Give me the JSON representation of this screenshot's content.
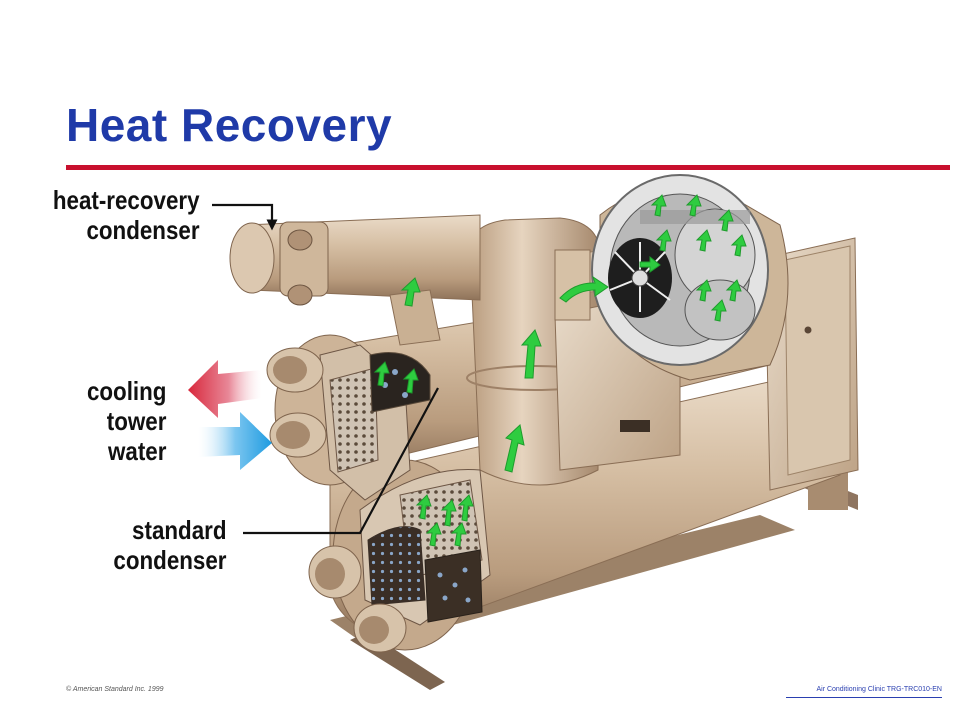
{
  "slide": {
    "title": "Heat Recovery"
  },
  "labels": {
    "heat_recovery_condenser": [
      "heat-recovery",
      "condenser"
    ],
    "cooling_tower_water": [
      "cooling",
      "tower",
      "water"
    ],
    "standard_condenser": [
      "standard",
      "condenser"
    ]
  },
  "footer": {
    "copyright": "© American Standard Inc. 1999",
    "course": "Air Conditioning Clinic TRG-TRC010-EN"
  },
  "colors": {
    "title": "#1f3aa8",
    "rule": "#c8102e",
    "flow_arrows": "#2ecc40",
    "hot_water_arrow": "#d8283c",
    "cold_water_arrow": "#1e9be0"
  }
}
